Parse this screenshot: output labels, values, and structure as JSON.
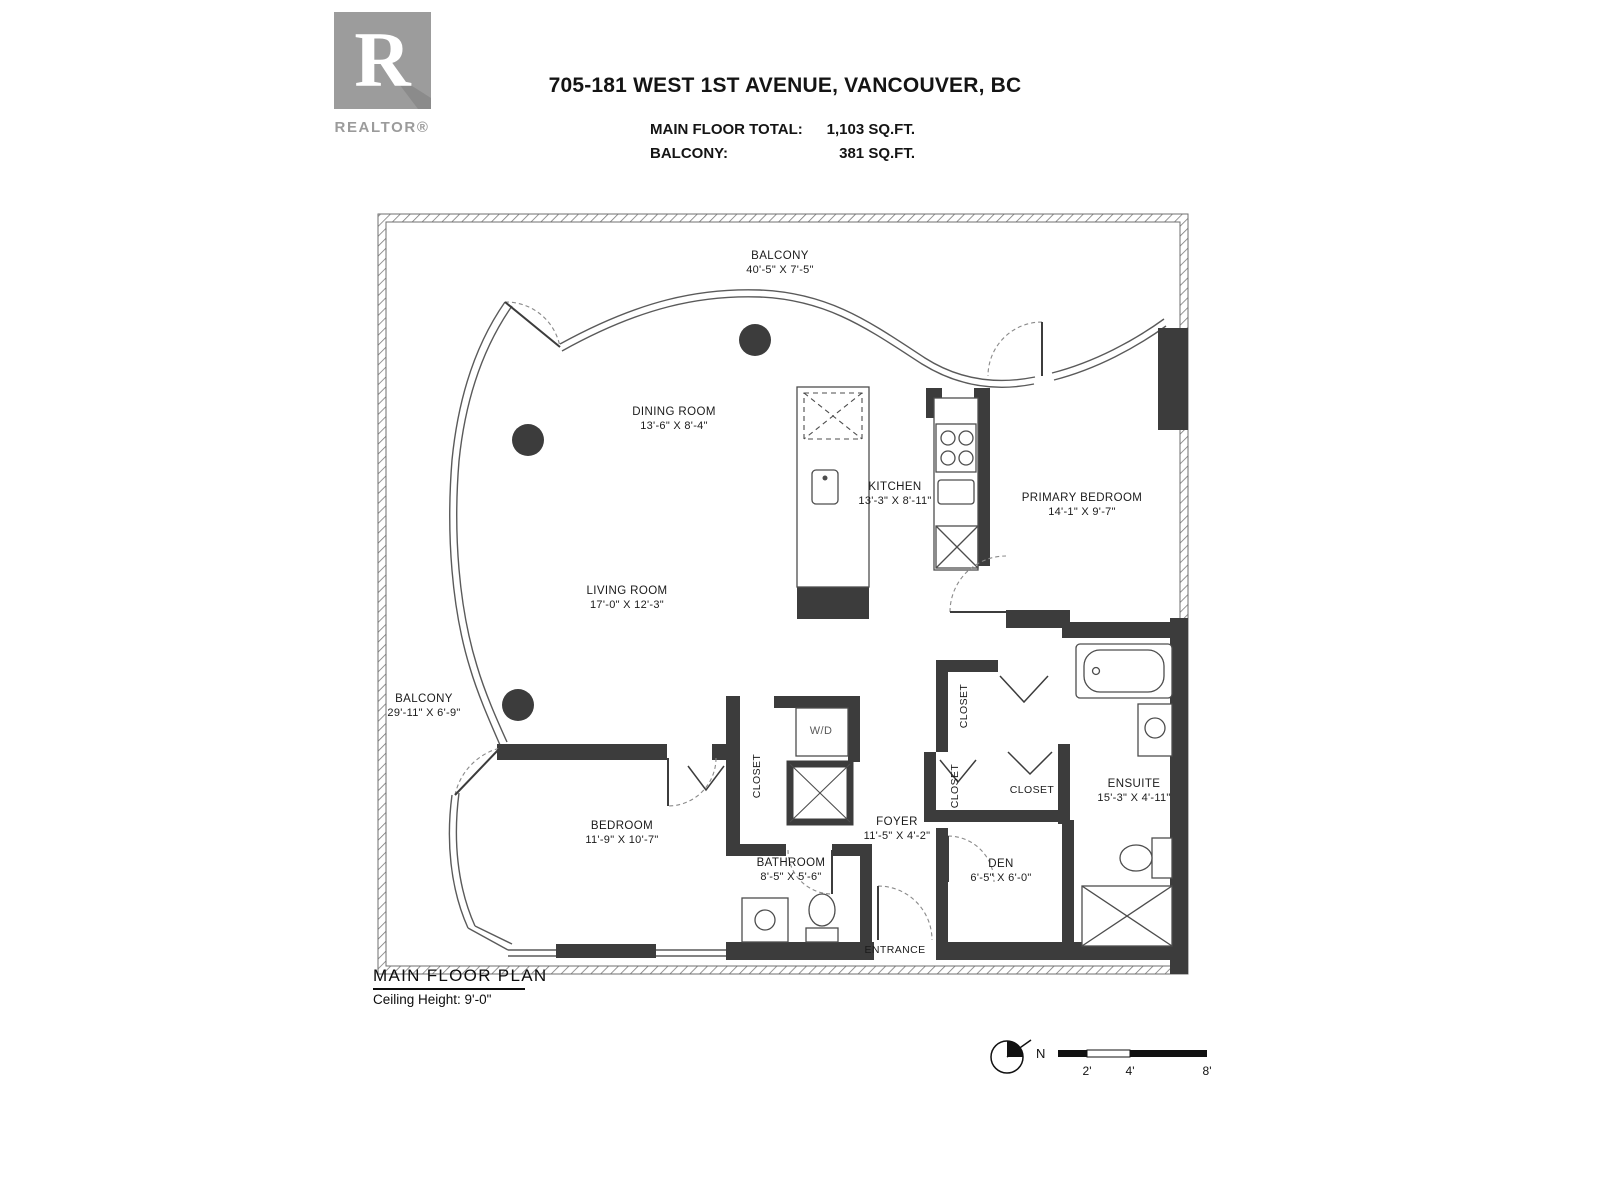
{
  "page": {
    "title": "705-181 WEST 1ST AVENUE, VANCOUVER, BC"
  },
  "logo": {
    "letter": "R",
    "label": "REALTOR®"
  },
  "summary": {
    "main_floor_label": "MAIN FLOOR TOTAL:",
    "main_floor_value": "1,103 SQ.FT.",
    "balcony_label": "BALCONY:",
    "balcony_value": "381 SQ.FT."
  },
  "rooms": [
    {
      "name": "BALCONY",
      "dims": "40'-5\" X 7'-5\""
    },
    {
      "name": "DINING ROOM",
      "dims": "13'-6\" X 8'-4\""
    },
    {
      "name": "KITCHEN",
      "dims": "13'-3\" X 8'-11\""
    },
    {
      "name": "PRIMARY BEDROOM",
      "dims": "14'-1\" X 9'-7\""
    },
    {
      "name": "LIVING ROOM",
      "dims": "17'-0\" X 12'-3\""
    },
    {
      "name": "BALCONY",
      "dims": "29'-11\" X 6'-9\""
    },
    {
      "name": "BEDROOM",
      "dims": "11'-9\" X 10'-7\""
    },
    {
      "name": "FOYER",
      "dims": "11'-5\" X 4'-2\""
    },
    {
      "name": "BATHROOM",
      "dims": "8'-5\" X 5'-6\""
    },
    {
      "name": "DEN",
      "dims": "6'-5\" X 6'-0\""
    },
    {
      "name": "ENSUITE",
      "dims": "15'-3\" X 4'-11\""
    }
  ],
  "features": {
    "wd": "W/D",
    "closet": "CLOSET",
    "entrance": "ENTRANCE"
  },
  "footer": {
    "plan_name": "MAIN FLOOR PLAN",
    "ceiling": "Ceiling Height: 9'-0\"",
    "north": "N",
    "scale_labels": [
      "2'",
      "4'",
      "8'"
    ]
  }
}
